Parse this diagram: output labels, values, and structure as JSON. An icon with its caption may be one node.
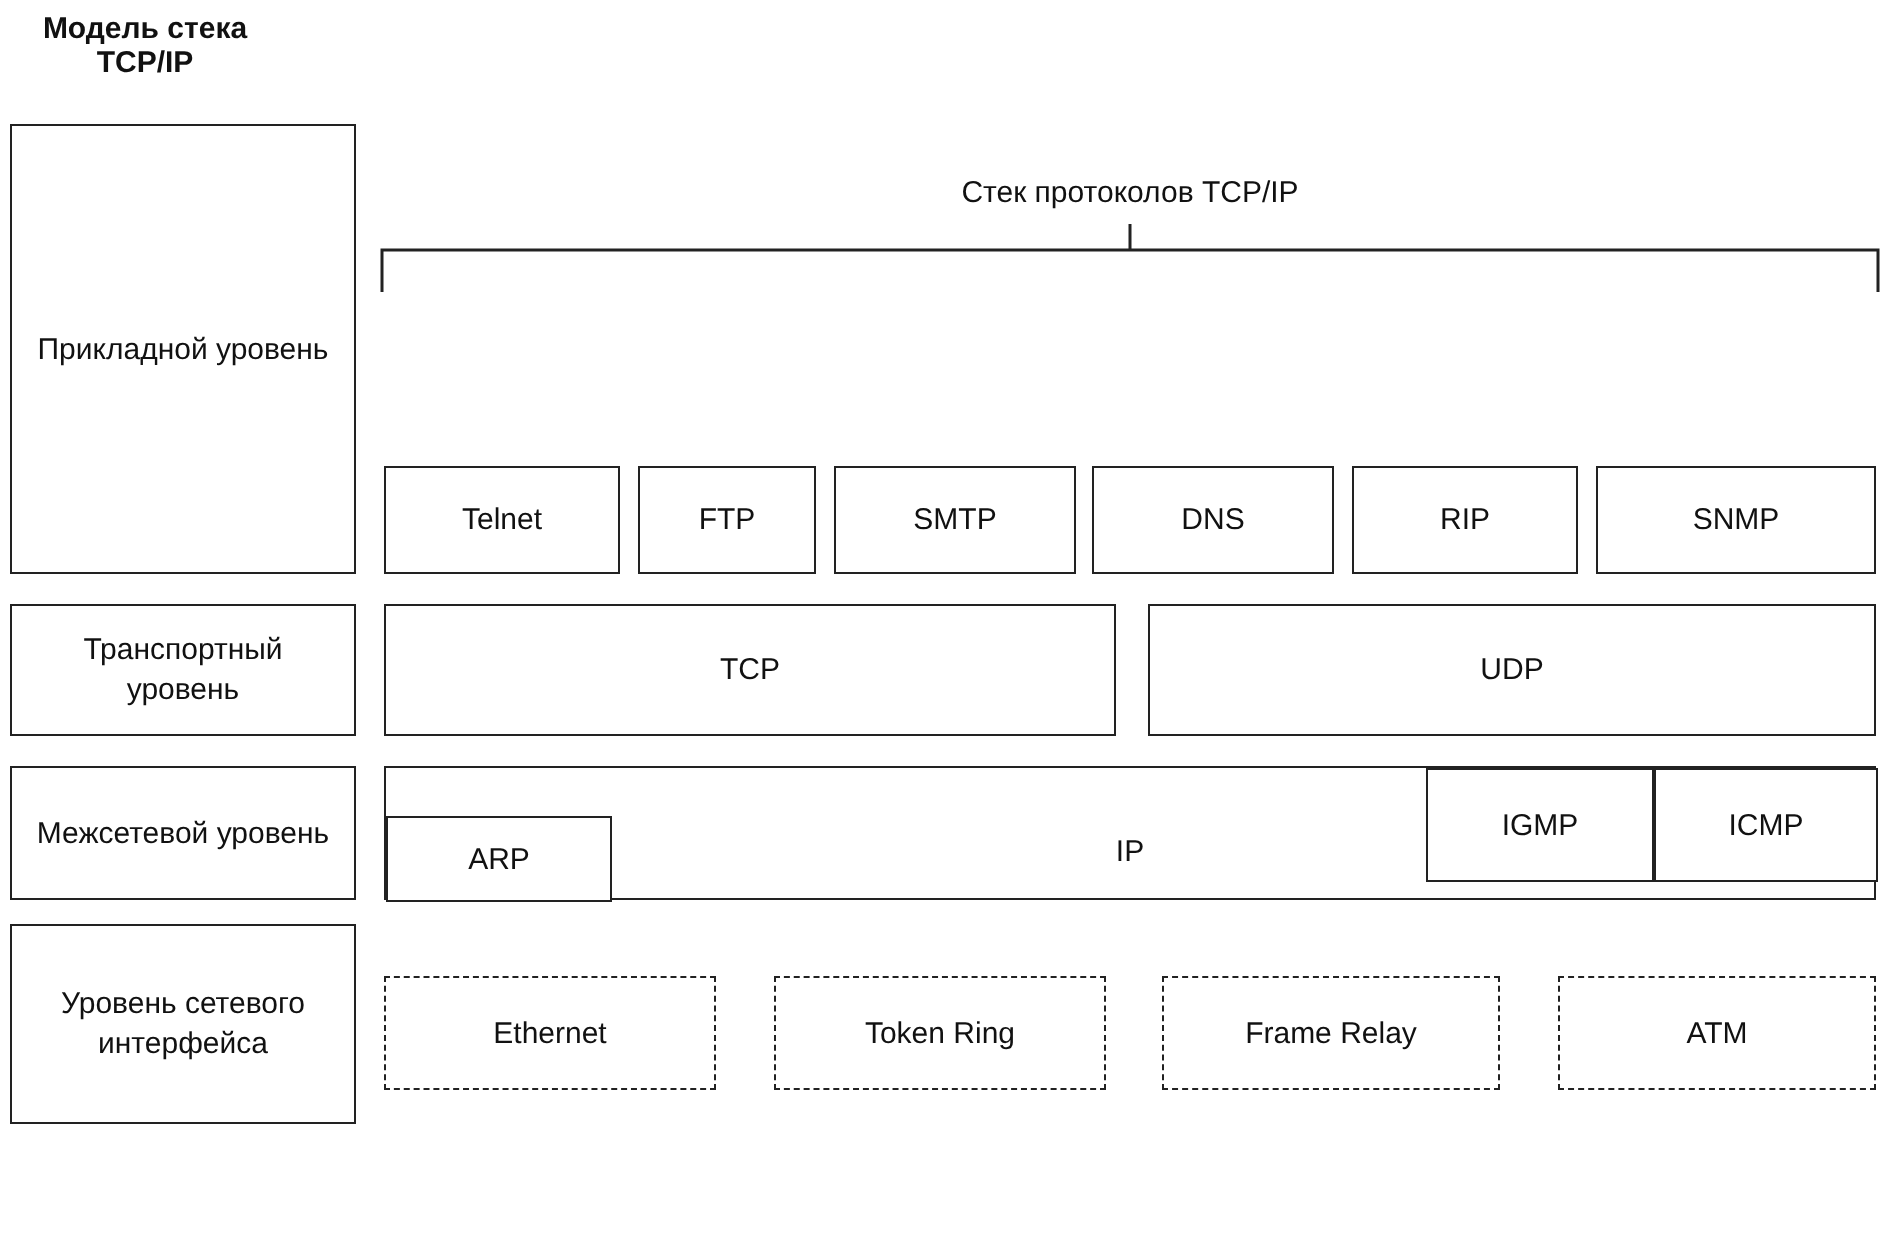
{
  "diagram": {
    "nodes": [
      {
        "text": [
          "Прикладной уровень"
        ]
      },
      {
        "text": [
          "Транспортный уровень"
        ]
      },
      {
        "text": [
          "Межсетевой уровень"
        ]
      },
      {
        "text": [
          "Уровень сетевого интерфейса"
        ]
      },
      {
        "text": [
          "Telnet"
        ]
      },
      {
        "text": [
          "FTP"
        ]
      },
      {
        "text": [
          "SMTP"
        ]
      },
      {
        "text": [
          "DNS"
        ]
      },
      {
        "text": [
          "RIP"
        ]
      },
      {
        "text": [
          "SNMP"
        ]
      },
      {
        "text": [
          "TCP"
        ]
      },
      {
        "text": [
          "UDP"
        ]
      },
      {
        "text": [
          "IP"
        ]
      },
      {
        "text": [
          "ARP"
        ],
        "in": 12
      },
      {
        "text": [
          "IGMP"
        ],
        "in": 12
      },
      {
        "text": [
          "ICMP"
        ],
        "in": 12
      },
      {
        "text": [
          "Ethernet"
        ]
      },
      {
        "text": [
          "Token Ring"
        ]
      },
      {
        "text": [
          "Frame Relay"
        ]
      },
      {
        "text": [
          "ATM"
        ]
      }
    ],
    "edges": [],
    "labels": [
      "Модель стека TCP/IP",
      "Стек протоколов TCP/IP"
    ]
  }
}
